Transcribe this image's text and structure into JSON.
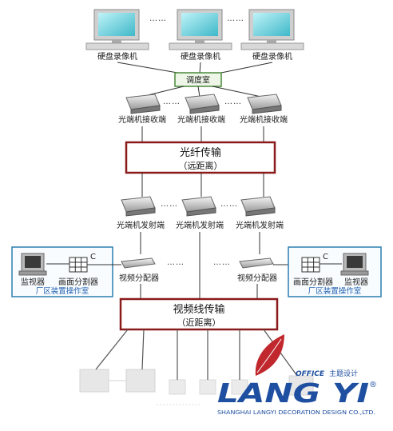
{
  "top": {
    "recorder_label": "硬盘录像机",
    "control_room": "调度室",
    "dots": "……"
  },
  "receiver": {
    "label": "光端机接收端",
    "dots": "……"
  },
  "fiber_box": {
    "title": "光纤传输",
    "subtitle": "（远距离）"
  },
  "transmitter": {
    "label": "光端机发射端",
    "dots": "……"
  },
  "distribution": {
    "splitter_label": "视频分配器",
    "monitor_label": "监视器",
    "screen_splitter_label": "画面分割器",
    "room_label": "厂区装置操作室",
    "c_mark": "C",
    "dots": "……"
  },
  "coax_box": {
    "title": "视频线传输",
    "subtitle": "（近距离）"
  },
  "logo": {
    "brand": "LANG YI",
    "office": "OFFICE",
    "chinese": "主题设计",
    "tagline": "SHANGHAI LANGYI DECORATION DESIGN CO.,LTD.",
    "registered": "®"
  },
  "colors": {
    "accent": "#8b1a1a",
    "room_border": "#2a7fb0",
    "control_room_border": "#4a8a3a",
    "logo_blue": "#1f4fa0",
    "logo_red": "#c0282e"
  }
}
